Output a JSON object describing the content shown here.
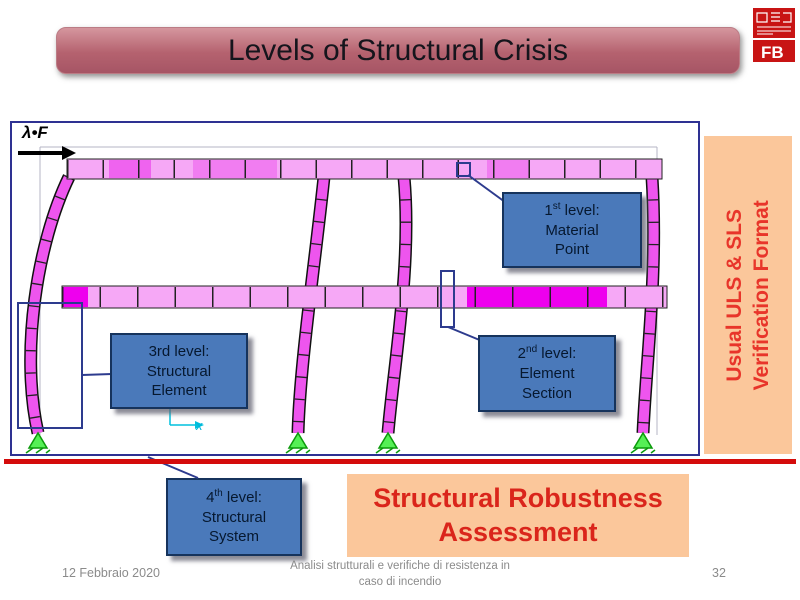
{
  "slide": {
    "title": "Levels of Structural Crisis",
    "page_number": "32",
    "footer_date": "12 Febbraio 2020",
    "footer_caption_line1": "Analisi strutturali e verifiche di resistenza in",
    "footer_caption_line2": "caso di incendio"
  },
  "seal": {
    "text": "FB"
  },
  "diagram": {
    "load_label": "λ•F",
    "axis_x_label": "x",
    "callouts": [
      {
        "num": "1",
        "sup": "st",
        "level": " level:",
        "lines": [
          "Material",
          "Point"
        ]
      },
      {
        "num": "2",
        "sup": "nd",
        "level": " level:",
        "lines": [
          "Element",
          "Section"
        ]
      },
      {
        "num": "3rd",
        "sup": "",
        "level": " level:",
        "lines": [
          "Structural",
          "Element"
        ]
      },
      {
        "num": "4",
        "sup": "th",
        "level": " level:",
        "lines": [
          "Structural",
          "System"
        ]
      }
    ]
  },
  "side_banner": {
    "line1": "Usual ULS & SLS",
    "line2": "Verification Format"
  },
  "assessment_box": {
    "line1": "Structural Robustness",
    "line2": "Assessment"
  },
  "colors": {
    "title_bg": "#b5626f",
    "callout_bg": "#4a79ba",
    "callout_border": "#16335c",
    "peach_banner_bg": "#fbc79b",
    "banner_text_red": "#e8352a",
    "assessment_text_red": "#da251b",
    "frame_magenta": "#ee00ee",
    "frame_light_magenta": "#f6a8f6",
    "support_green": "#55f055",
    "marker_navy": "#2d3b8e",
    "separator_red": "#d40b0b",
    "seal_red": "#c81414",
    "axis_cyan": "#00b4d8"
  }
}
